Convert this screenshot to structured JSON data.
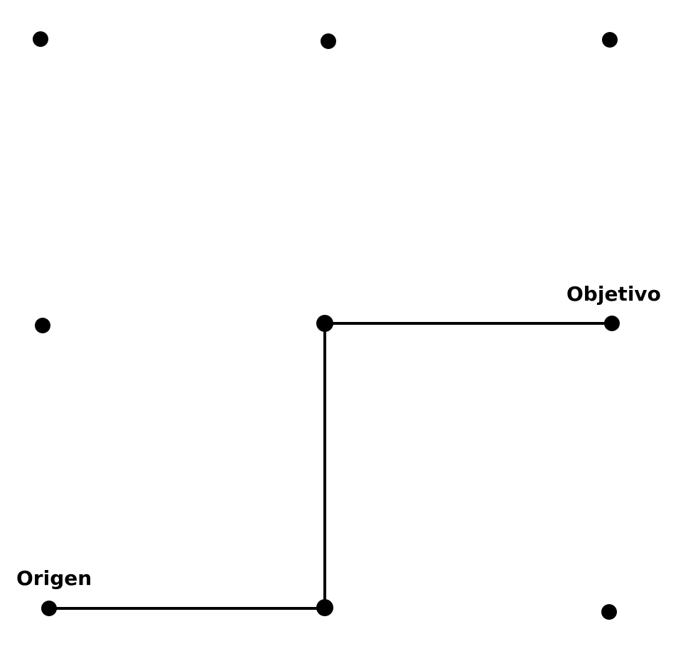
{
  "diagram": {
    "labels": {
      "origin": "Origen",
      "target": "Objetivo"
    },
    "colors": {
      "background": "#ffffff",
      "node": "#000000",
      "path": "#000000"
    },
    "grid": {
      "rows": 3,
      "cols": 3
    },
    "path": [
      "origin",
      "bottom-middle",
      "center",
      "target"
    ]
  }
}
